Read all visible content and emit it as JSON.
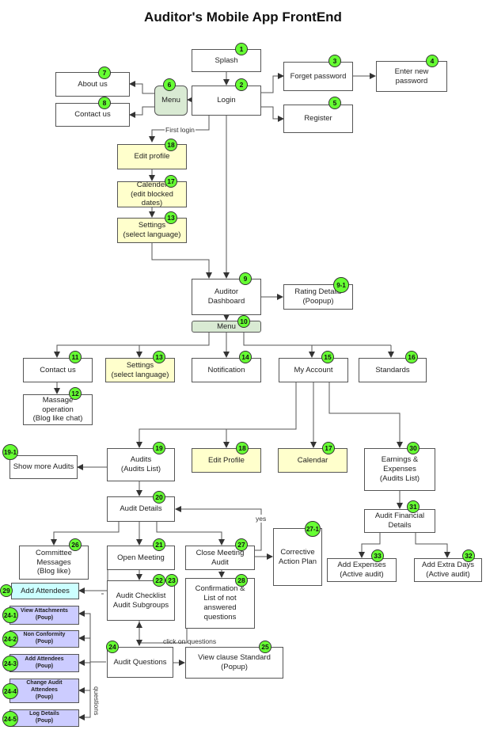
{
  "title": "Auditor's Mobile App FrontEnd",
  "nodes": {
    "splash": "Splash",
    "login": "Login",
    "forget_password": "Forget password",
    "enter_new_password": "Enter new\npassword",
    "register": "Register",
    "menu_main": "Menu",
    "about_us": "About us",
    "contact_us_top": "Contact us",
    "edit_profile_top": "Edit profile",
    "calendar_top": "Calender\n(edit blocked dates)",
    "settings_top": "Settings\n(select language)",
    "auditor_dashboard": "Auditor\nDashboard",
    "rating_details": "Rating Details\n(Poopup)",
    "menu_dashboard": "Menu",
    "contact_us": "Contact us",
    "massage_operation": "Massage operation\n(Blog like chat)",
    "settings": "Settings\n(select language)",
    "notification": "Notification",
    "my_account": "My Account",
    "standards": "Standards",
    "audits": "Audits\n(Audits List)",
    "show_more_audits": "Show more Audits",
    "edit_profile": "Edit Profile",
    "calendar": "Calendar",
    "earnings_expenses": "Earnings &\nExpenses\n(Audits List)",
    "audit_details": "Audit Details",
    "audit_financial_details": "Audit Financial\nDetails",
    "add_expenses": "Add Expenses\n(Active audit)",
    "add_extra_days": "Add Extra Days\n(Active audit)",
    "committee_messages": "Committee\nMessages\n(Blog like)",
    "open_meeting": "Open Meeting",
    "close_meeting_audit": "Close Meeting Audit",
    "corrective_action_plan": "Corrective\nAction Plan",
    "add_attendees": "Add Attendees",
    "audit_checklist": "Audit Checklist\nAudit Subgroups",
    "confirmation": "Confirmation &\nList of not\nanswered\nquestions",
    "view_attachments": "View Attachments\n(Poup)",
    "non_conformity": "Non Conformity\n(Poup)",
    "add_attendees_popup": "Add Attendees\n(Poup)",
    "change_audit_attendees": "Change Audit Attendees\n(Poup)",
    "log_details": "Log Details\n(Poup)",
    "audit_questions": "Audit Questions",
    "view_clause_standard": "View clause Standard\n(Popup)"
  },
  "badges": {
    "splash": "1",
    "login": "2",
    "forget_password": "3",
    "enter_new_password": "4",
    "register": "5",
    "menu_main": "6",
    "about_us": "7",
    "contact_us_top": "8",
    "edit_profile_top": "18",
    "calendar_top": "17",
    "settings_top": "13",
    "auditor_dashboard": "9",
    "rating_details": "9-1",
    "menu_dashboard": "10",
    "contact_us": "11",
    "massage_operation": "12",
    "settings": "13",
    "notification": "14",
    "my_account": "15",
    "standards": "16",
    "audits": "19",
    "show_more_audits": "19-1",
    "edit_profile": "18",
    "calendar": "17",
    "earnings_expenses": "30",
    "audit_details": "20",
    "audit_financial_details": "31",
    "add_expenses": "33",
    "add_extra_days": "32",
    "committee_messages": "26",
    "open_meeting": "21",
    "close_meeting_audit": "27",
    "corrective_action_plan": "27-1",
    "add_attendees": "29",
    "audit_checklist_a": "22",
    "audit_checklist_b": "23",
    "confirmation": "28",
    "view_attachments": "24-1",
    "non_conformity": "24-2",
    "add_attendees_popup": "24-3",
    "change_audit_attendees": "24-4",
    "log_details": "24-5",
    "audit_questions": "24",
    "view_clause_standard": "25"
  },
  "labels": {
    "first_login": "First login",
    "yes": "yes",
    "click_on_questions": "click on questions",
    "questions": "questions"
  },
  "colors": {
    "badge": "#66ff33",
    "yellow_box": "#ffffcc",
    "green_box": "#d9ead3",
    "cyan_box": "#ccffff",
    "purple_box": "#ccccff"
  }
}
